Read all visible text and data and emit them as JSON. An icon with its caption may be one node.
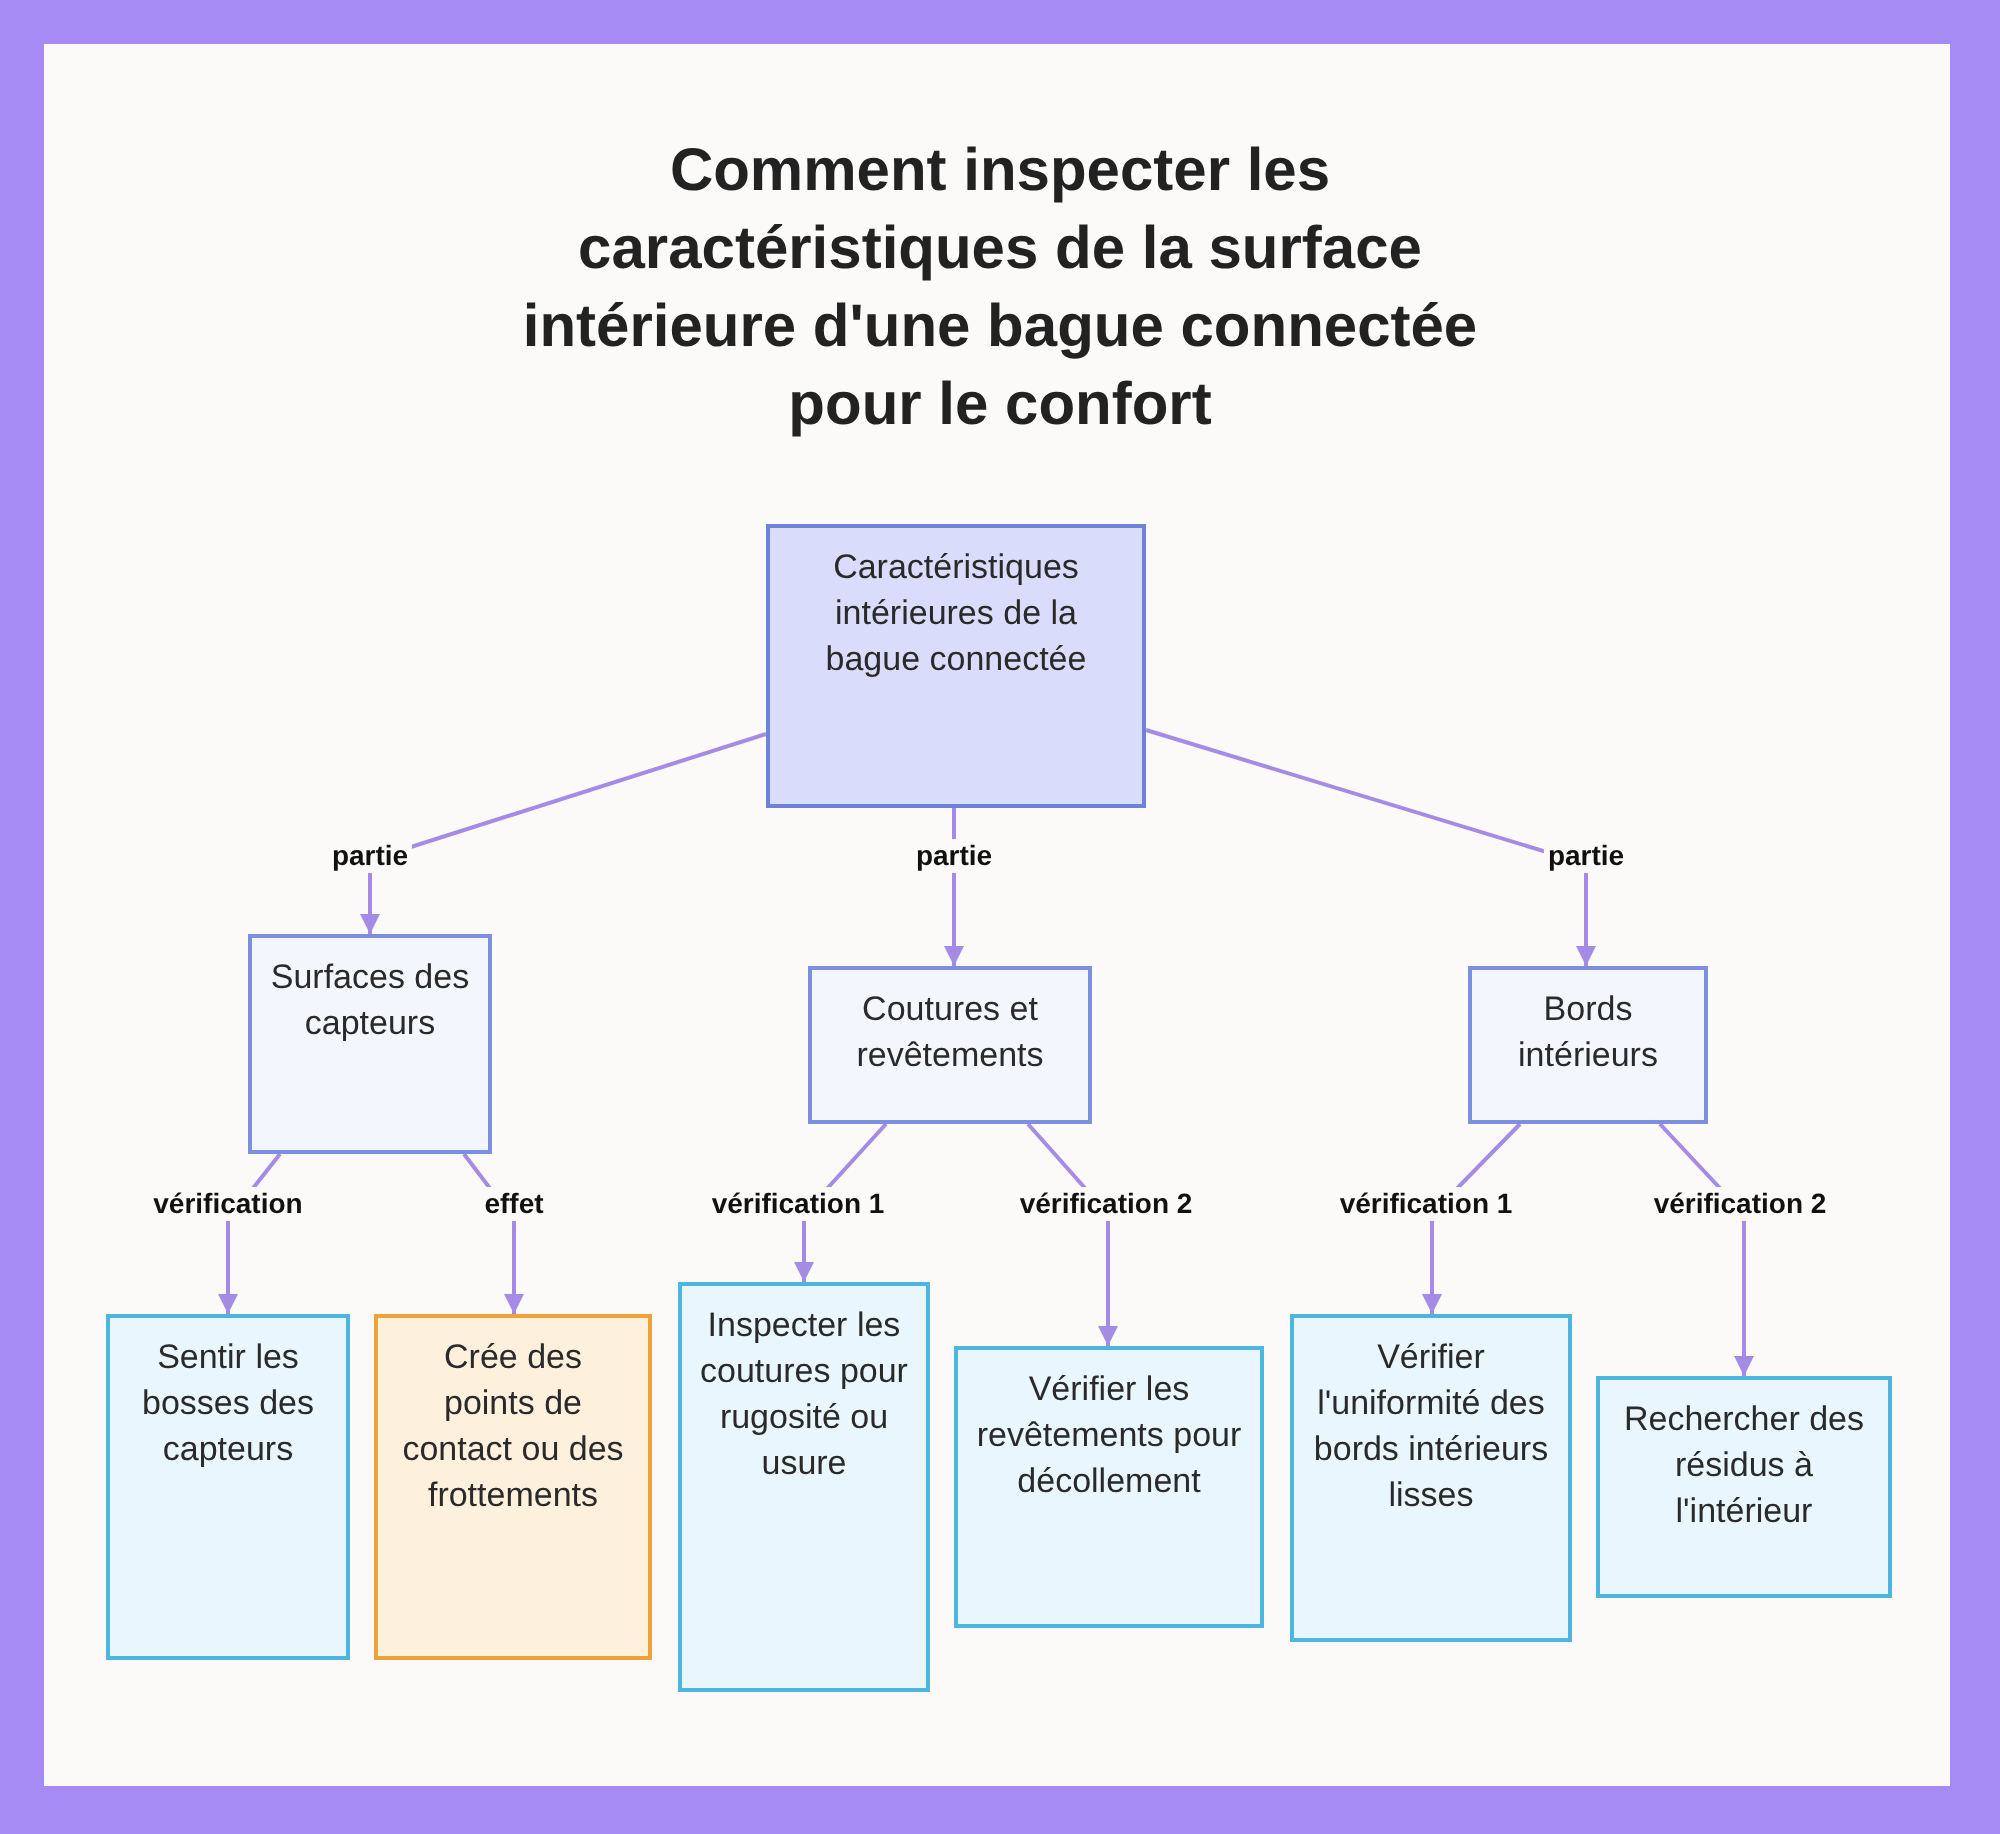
{
  "diagram": {
    "title": "Comment inspecter les caractéristiques de la surface intérieure d'une bague connectée pour le confort",
    "nodes": [
      {
        "text": [
          "Caractéristiques intérieures de la bague connectée"
        ]
      },
      {
        "text": [
          "Surfaces des capteurs"
        ]
      },
      {
        "text": [
          "Coutures et revêtements"
        ]
      },
      {
        "text": [
          "Bords intérieurs"
        ]
      },
      {
        "text": [
          "Sentir les bosses des capteurs"
        ]
      },
      {
        "text": [
          "Crée des points de contact ou des frottements"
        ]
      },
      {
        "text": [
          "Inspecter les coutures pour rugosité ou usure"
        ]
      },
      {
        "text": [
          "Vérifier les revêtements pour décollement"
        ]
      },
      {
        "text": [
          "Vérifier l'uniformité des bords intérieurs lisses"
        ]
      },
      {
        "text": [
          "Rechercher des résidus à l'intérieur"
        ]
      }
    ],
    "edges": [
      {
        "from": 0,
        "to": 1,
        "arrow": "to",
        "label": "partie"
      },
      {
        "from": 0,
        "to": 2,
        "arrow": "to",
        "label": "partie"
      },
      {
        "from": 0,
        "to": 3,
        "arrow": "to",
        "label": "partie"
      },
      {
        "from": 1,
        "to": 4,
        "arrow": "to",
        "label": "vérification"
      },
      {
        "from": 1,
        "to": 5,
        "arrow": "to",
        "label": "effet"
      },
      {
        "from": 2,
        "to": 6,
        "arrow": "to",
        "label": "vérification 1"
      },
      {
        "from": 2,
        "to": 7,
        "arrow": "to",
        "label": "vérification 2"
      },
      {
        "from": 3,
        "to": 8,
        "arrow": "to",
        "label": "vérification 1"
      },
      {
        "from": 3,
        "to": 9,
        "arrow": "to",
        "label": "vérification 2"
      }
    ]
  }
}
